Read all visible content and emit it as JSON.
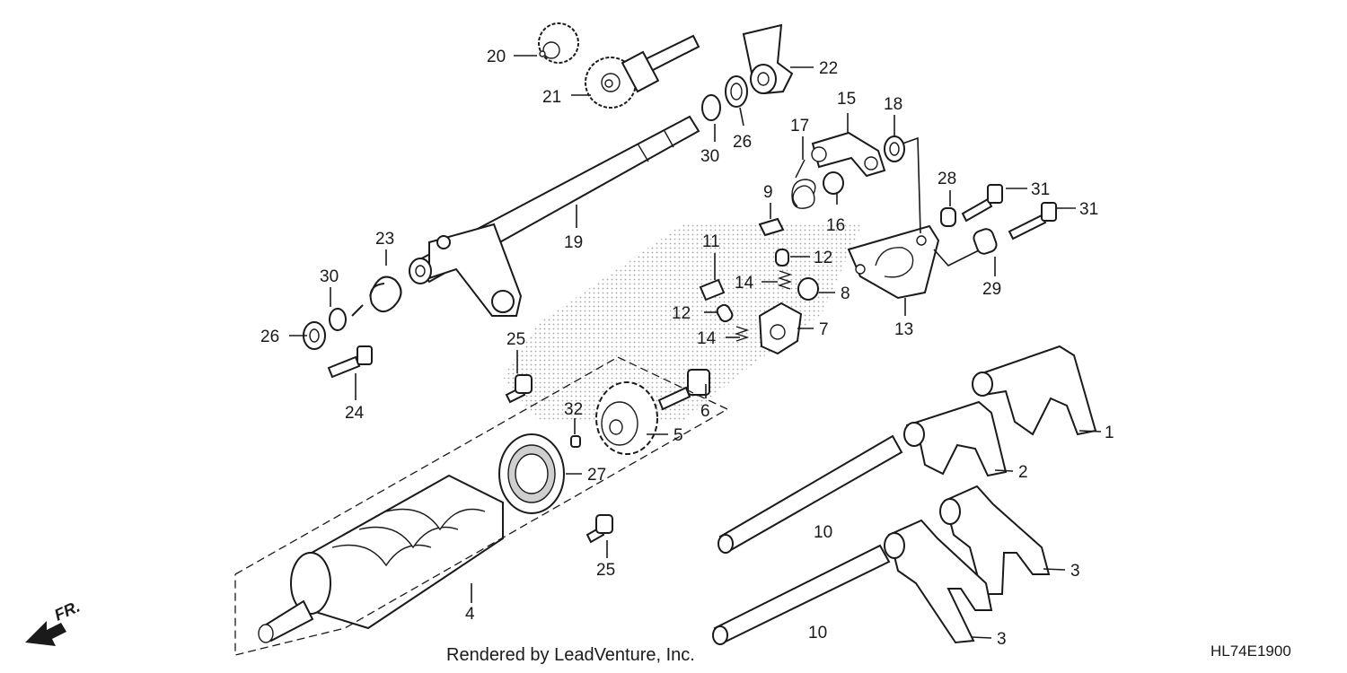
{
  "callouts": {
    "c1": "1",
    "c2": "2",
    "c3a": "3",
    "c3b": "3",
    "c4": "4",
    "c5": "5",
    "c6": "6",
    "c7": "7",
    "c8": "8",
    "c9": "9",
    "c10a": "10",
    "c10b": "10",
    "c11": "11",
    "c12a": "12",
    "c12b": "12",
    "c13": "13",
    "c14a": "14",
    "c14b": "14",
    "c15": "15",
    "c16": "16",
    "c17": "17",
    "c18": "18",
    "c19": "19",
    "c20": "20",
    "c21": "21",
    "c22": "22",
    "c23": "23",
    "c24": "24",
    "c25a": "25",
    "c25b": "25",
    "c26a": "26",
    "c26b": "26",
    "c27": "27",
    "c28": "28",
    "c29": "29",
    "c30a": "30",
    "c30b": "30",
    "c31a": "31",
    "c31b": "31",
    "c32": "32"
  },
  "direction_label": "FR.",
  "caption": "Rendered by LeadVenture, Inc.",
  "diagram_code": "HL74E1900"
}
